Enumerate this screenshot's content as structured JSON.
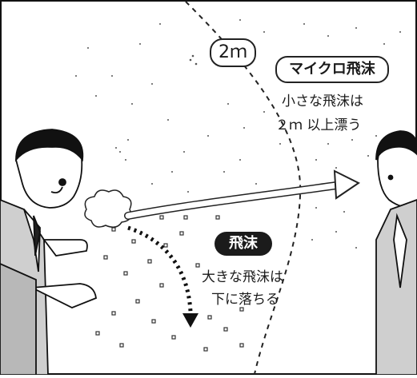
{
  "labels": {
    "distance": "2ｍ",
    "micro_title": "マイクロ飛沫",
    "micro_desc_line1": "小さな飛沫は",
    "micro_desc_line2": "２ｍ 以上漂う",
    "droplet_title": "飛沫",
    "droplet_desc_line1": "大きな飛沫は",
    "droplet_desc_line2": "下に落ちる"
  },
  "colors": {
    "ink": "#1a1a1a",
    "paper": "#ffffff",
    "tone": "#bdbdbd"
  }
}
